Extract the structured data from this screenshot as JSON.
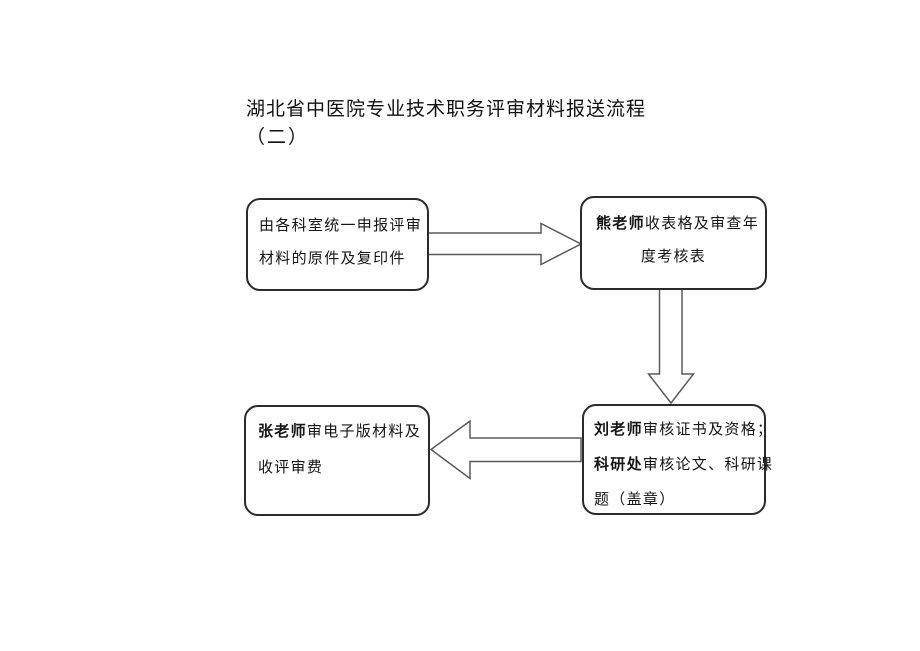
{
  "page": {
    "background": "#ffffff",
    "kind": "flowchart-document"
  },
  "title": {
    "line1": "湖北省中医院专业技术职务评审材料报送流程",
    "line2": "（二）"
  },
  "colors": {
    "box_border": "#2b2b2b",
    "arrow_outline": "#5a5a5a",
    "arrow_fill": "#ffffff",
    "text": "#151515"
  },
  "flowchart": {
    "boxes": [
      {
        "id": "box1",
        "name": "departments-submit-originals",
        "lines": [
          [
            {
              "text": "由各科室统一申报评审",
              "bold": false
            }
          ],
          [
            {
              "text": "材料的原件及复印件",
              "bold": false
            }
          ]
        ]
      },
      {
        "id": "box2",
        "name": "teacher-xiong-collect-forms",
        "lines": [
          [
            {
              "text": "熊老师",
              "bold": true
            },
            {
              "text": "收表格及审查年",
              "bold": false
            }
          ],
          [
            {
              "text": "度考核表",
              "bold": false
            }
          ]
        ]
      },
      {
        "id": "box3",
        "name": "teacher-liu-review-certificates",
        "lines": [
          [
            {
              "text": "刘老师",
              "bold": true
            },
            {
              "text": "审核证书及资格；",
              "bold": false
            }
          ],
          [
            {
              "text": "科研处",
              "bold": true
            },
            {
              "text": "审核论文、科研课",
              "bold": false
            }
          ],
          [
            {
              "text": "题（盖章）",
              "bold": false
            }
          ]
        ]
      },
      {
        "id": "box4",
        "name": "teacher-zhang-review-efiles-fees",
        "lines": [
          [
            {
              "text": "张老师",
              "bold": true
            },
            {
              "text": "审电子版材料及",
              "bold": false
            }
          ],
          [
            {
              "text": "收评审费",
              "bold": false
            }
          ]
        ]
      }
    ],
    "arrows": [
      {
        "from": "box1",
        "to": "box2",
        "direction": "right",
        "style": "hollow-block"
      },
      {
        "from": "box2",
        "to": "box3",
        "direction": "down",
        "style": "hollow-block"
      },
      {
        "from": "box3",
        "to": "box4",
        "direction": "left",
        "style": "hollow-block"
      }
    ]
  }
}
